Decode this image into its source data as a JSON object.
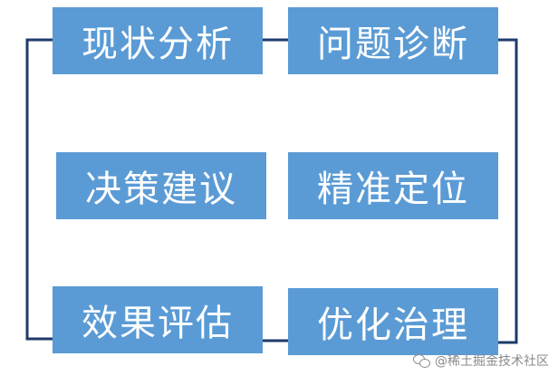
{
  "colors": {
    "box_bg": "#5B9BD5",
    "box_text": "#ffffff",
    "connector": "#1F3A6B",
    "background": "#ffffff"
  },
  "diagram": {
    "boxes": [
      {
        "label": "现状分析"
      },
      {
        "label": "问题诊断"
      },
      {
        "label": "决策建议"
      },
      {
        "label": "精准定位"
      },
      {
        "label": "效果评估"
      },
      {
        "label": "优化治理"
      }
    ]
  },
  "watermark": {
    "icon": "wechat-icon",
    "text": "@稀土掘金技术社区"
  }
}
